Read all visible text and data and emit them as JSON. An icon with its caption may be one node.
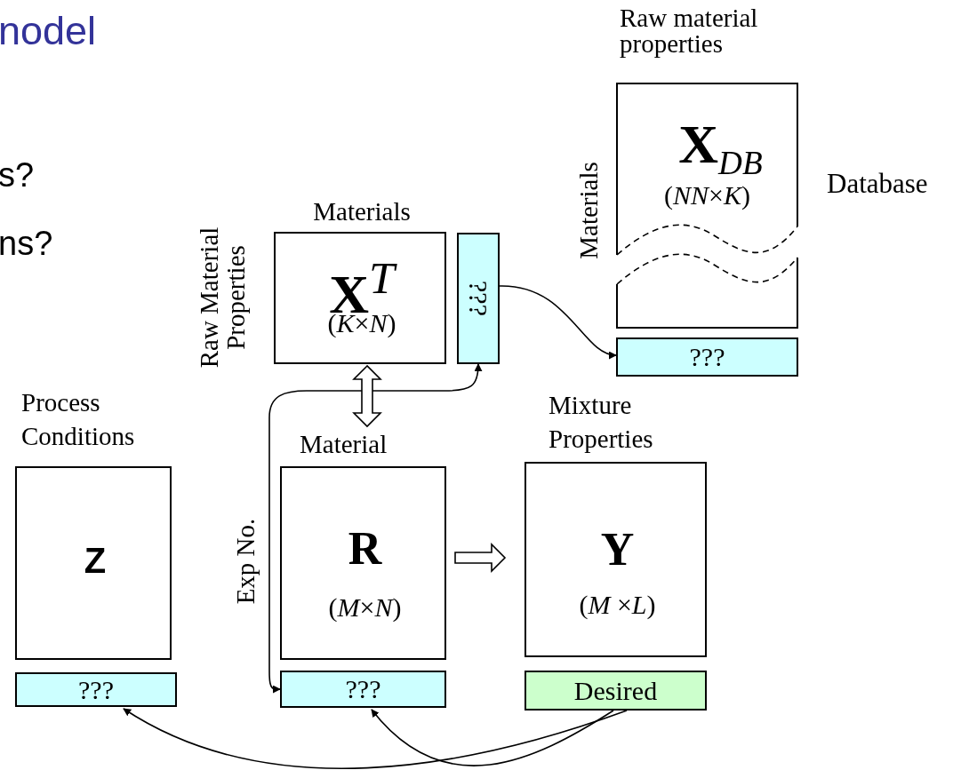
{
  "diagram": {
    "title": "nodel",
    "nodes": [
      {
        "text": [
          "Materials",
          "Raw Material Properties",
          "**X**$^{T}$",
          "(*K*×*N*)"
        ]
      },
      {
        "text": [
          "???"
        ]
      },
      {
        "text": [
          "Raw material properties",
          "Materials",
          "**X**$_{DB}$",
          "(*NN*×*K*)"
        ],
        "beside": [
          "Database"
        ]
      },
      {
        "text": [
          "???"
        ]
      },
      {
        "text": [
          "Process Conditions",
          "Z"
        ]
      },
      {
        "text": [
          "???"
        ]
      },
      {
        "text": [
          "Material",
          "Exp No.",
          "R",
          "(*M*×*N*)"
        ]
      },
      {
        "text": [
          "???"
        ]
      },
      {
        "text": [
          "Mixture Properties",
          "Y",
          "(*M* ×*L*)"
        ]
      },
      {
        "text": [
          "Desired"
        ]
      }
    ],
    "edges": [
      {
        "from": 7,
        "to": 1,
        "arrow": "both"
      },
      {
        "from": 1,
        "to": 3,
        "arrow": "to"
      },
      {
        "from": 0,
        "to": 6,
        "arrow": "both"
      },
      {
        "from": 6,
        "to": 8,
        "arrow": "to"
      },
      {
        "from": 9,
        "to": 5,
        "arrow": "to"
      },
      {
        "from": 9,
        "to": 7,
        "arrow": "to"
      }
    ],
    "labels": [
      "s?",
      "ns?"
    ]
  }
}
